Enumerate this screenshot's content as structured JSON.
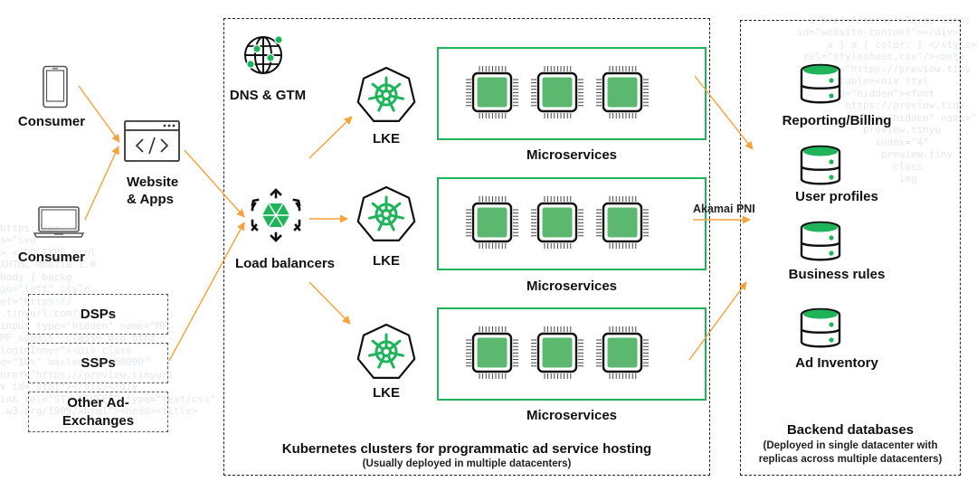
{
  "diagram": {
    "clients": [
      {
        "label": "Consumer",
        "icon": "smartphone-icon"
      },
      {
        "label": "Consumer",
        "icon": "laptop-icon"
      }
    ],
    "website": {
      "label_line1": "Website",
      "label_line2": "& Apps",
      "icon": "code-window-icon"
    },
    "exchanges": [
      {
        "label_line1": "DSPs",
        "label_line2": ""
      },
      {
        "label_line1": "SSPs",
        "label_line2": ""
      },
      {
        "label_line1": "Other Ad-",
        "label_line2": "Exchanges"
      }
    ],
    "kubernetes_cluster": {
      "dns": {
        "label": "DNS & GTM",
        "icon": "globe-network-icon"
      },
      "load_balancer": {
        "label": "Load balancers",
        "icon": "load-balancer-icon"
      },
      "lke_nodes": [
        {
          "label": "LKE",
          "icon": "kubernetes-helm-icon"
        },
        {
          "label": "LKE",
          "icon": "kubernetes-helm-icon"
        },
        {
          "label": "LKE",
          "icon": "kubernetes-helm-icon"
        }
      ],
      "microservices": [
        {
          "label": "Microservices",
          "chips": 3
        },
        {
          "label": "Microservices",
          "chips": 3
        },
        {
          "label": "Microservices",
          "chips": 3
        }
      ],
      "title": "Kubernetes clusters for programmatic ad service hosting",
      "subtitle": "(Usually deployed in multiple datacenters)"
    },
    "link_label": "Akamai PNI",
    "backend": {
      "databases": [
        {
          "label": "Reporting/Billing",
          "icon": "database-icon"
        },
        {
          "label": "User profiles",
          "icon": "database-icon"
        },
        {
          "label": "Business rules",
          "icon": "database-icon"
        },
        {
          "label": "Ad Inventory",
          "icon": "database-icon"
        }
      ],
      "title": "Backend databases",
      "subtitle_line1": "(Deployed in single datacenter with",
      "subtitle_line2": "replicas across multiple datacenters)"
    },
    "colors": {
      "accent_green": "#1fb45a",
      "chip_green": "#5cb86e",
      "arrow_orange": "#f7a23b",
      "outline": "#111111"
    }
  }
}
